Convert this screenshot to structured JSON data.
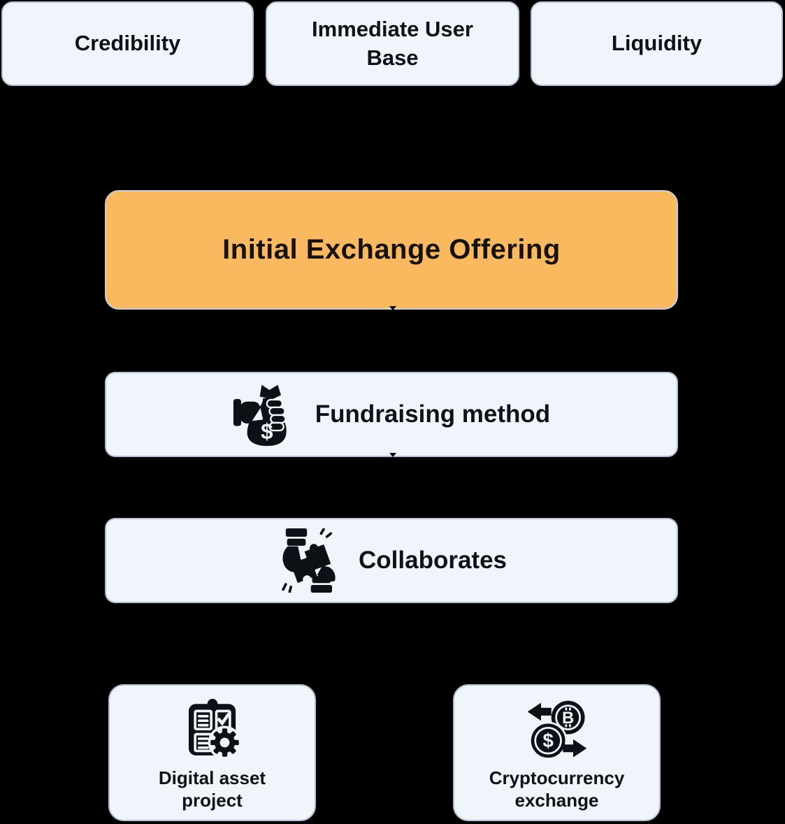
{
  "colors": {
    "background": "#000000",
    "card_fill": "#F0F4FB",
    "card_border": "#B6C0D4",
    "accent_orange": "#FBB95F",
    "text_dark": "#0E1116"
  },
  "benefits": [
    {
      "label": "Credibility"
    },
    {
      "label": "Immediate User Base"
    },
    {
      "label": "Liquidity"
    }
  ],
  "main_box": {
    "label": "Initial Exchange Offering"
  },
  "steps": [
    {
      "label": "Fundraising method",
      "icon": "money-bag-icon"
    },
    {
      "label": "Collaborates",
      "icon": "puzzle-collaboration-icon"
    }
  ],
  "entities": [
    {
      "label": "Digital asset project",
      "icon": "clipboard-gear-icon"
    },
    {
      "label": "Cryptocurrency exchange",
      "icon": "currency-exchange-icon"
    }
  ],
  "icon_glyphs": {
    "dollar": "$",
    "bitcoin": "B"
  }
}
